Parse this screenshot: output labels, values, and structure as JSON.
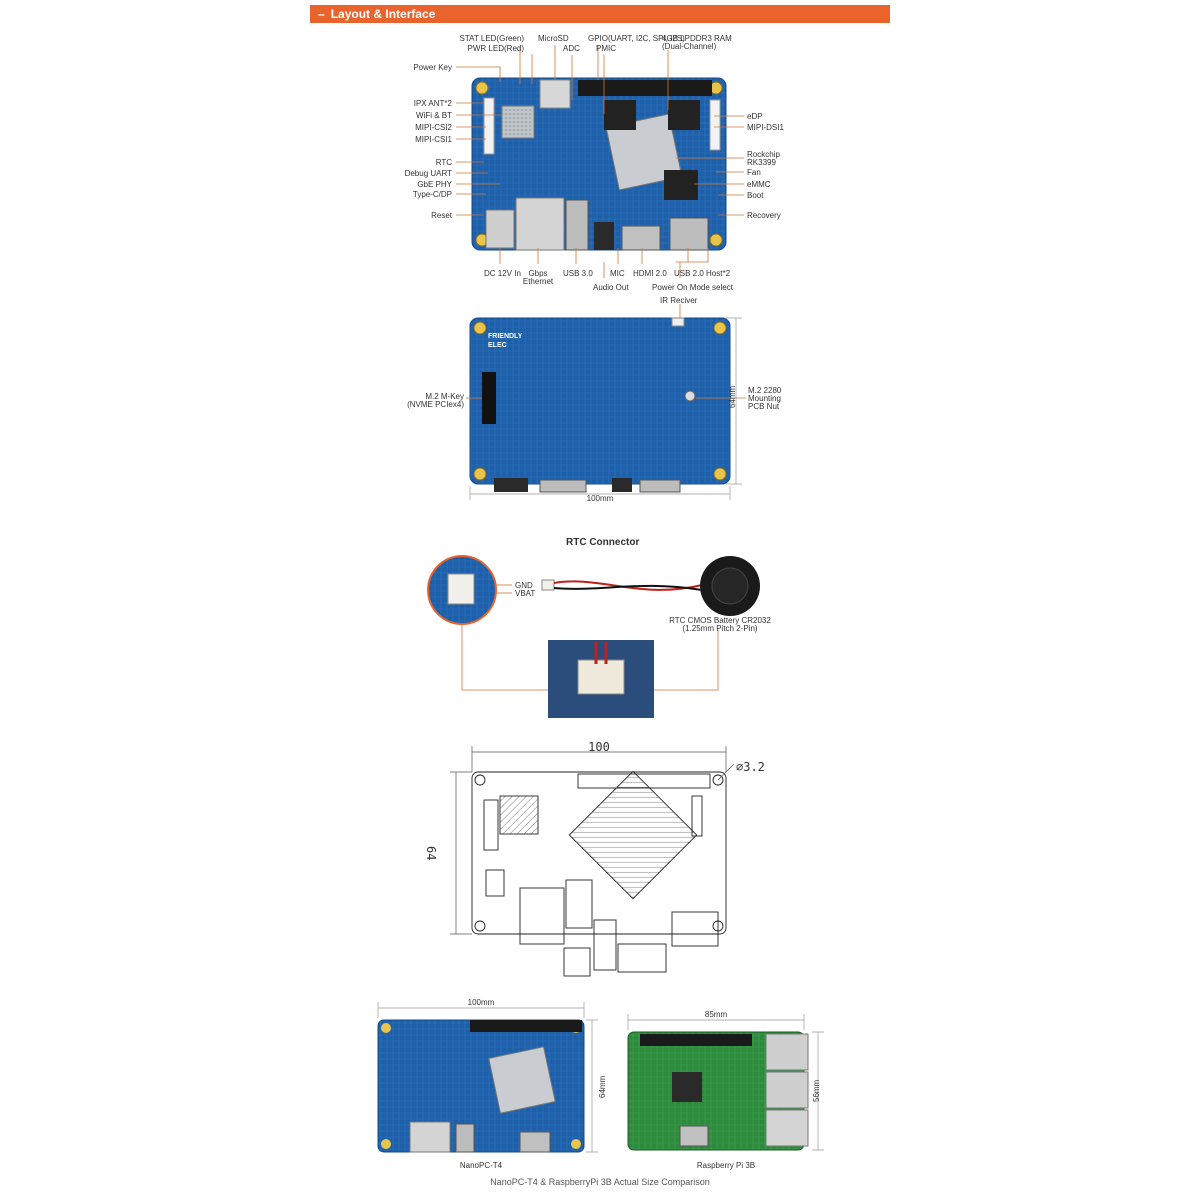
{
  "section_title": "Layout & Interface",
  "top_labels": {
    "stat_led": "STAT LED(Green)",
    "pwr_led": "PWR LED(Red)",
    "microsd": "MicroSD",
    "adc": "ADC",
    "gpio": "GPIO(UART, I2C, SPI, I2S)",
    "pmic": "PMIC",
    "ram_1": "4GB LPDDR3 RAM",
    "ram_2": "(Dual-Channel)"
  },
  "left_labels": {
    "power_key": "Power Key",
    "ipx_ant": "IPX ANT*2",
    "wifi_bt": "WiFi & BT",
    "mipi_csi2": "MIPI-CSI2",
    "mipi_csi1": "MIPI-CSI1",
    "rtc": "RTC",
    "debug_uart": "Debug UART",
    "gbe_phy": "GbE PHY",
    "type_c": "Type-C/DP",
    "reset": "Reset"
  },
  "right_labels": {
    "edp": "eDP",
    "mipi_dsi1": "MIPI-DSI1",
    "rockchip_1": "Rockchip",
    "rockchip_2": "RK3399",
    "fan": "Fan",
    "emmc": "eMMC",
    "boot": "Boot",
    "recovery": "Recovery"
  },
  "bottom_labels": {
    "dc_in": "DC 12V In",
    "gbps_1": "Gbps",
    "gbps_2": "Ethernet",
    "usb3": "USB 3.0",
    "mic": "MIC",
    "audio_out": "Audio Out",
    "hdmi": "HDMI 2.0",
    "usb2": "USB 2.0 Host*2",
    "power_on_mode": "Power On Mode select"
  },
  "back": {
    "ir": "IR Reciver",
    "m2_1": "M.2 M-Key",
    "m2_2": "(NVME PCIex4)",
    "nut_1": "M.2 2280",
    "nut_2": "Mounting",
    "nut_3": "PCB Nut",
    "height": "64mm",
    "width": "100mm",
    "brand_1": "FRIENDLY",
    "brand_2": "ELEC"
  },
  "rtc": {
    "title": "RTC Connector",
    "gnd": "GND",
    "vbat": "VBAT",
    "batt_1": "RTC CMOS Battery CR2032",
    "batt_2": "(1.25mm Pitch 2-Pin)"
  },
  "drawing": {
    "width": "100",
    "height": "64",
    "hole": "⌀3.2"
  },
  "comparison": {
    "t4_width": "100mm",
    "t4_height": "64mm",
    "t4_name": "NanoPC-T4",
    "rpi_width": "85mm",
    "rpi_height": "56mm",
    "rpi_name": "Raspberry Pi 3B",
    "caption": "NanoPC-T4 & RaspberryPi 3B Actual Size Comparison"
  },
  "colors": {
    "accent": "#e8642c",
    "pcb_blue": "#1f5fa8",
    "pcb_green": "#2e8b3e",
    "leader": "#d0743a"
  }
}
